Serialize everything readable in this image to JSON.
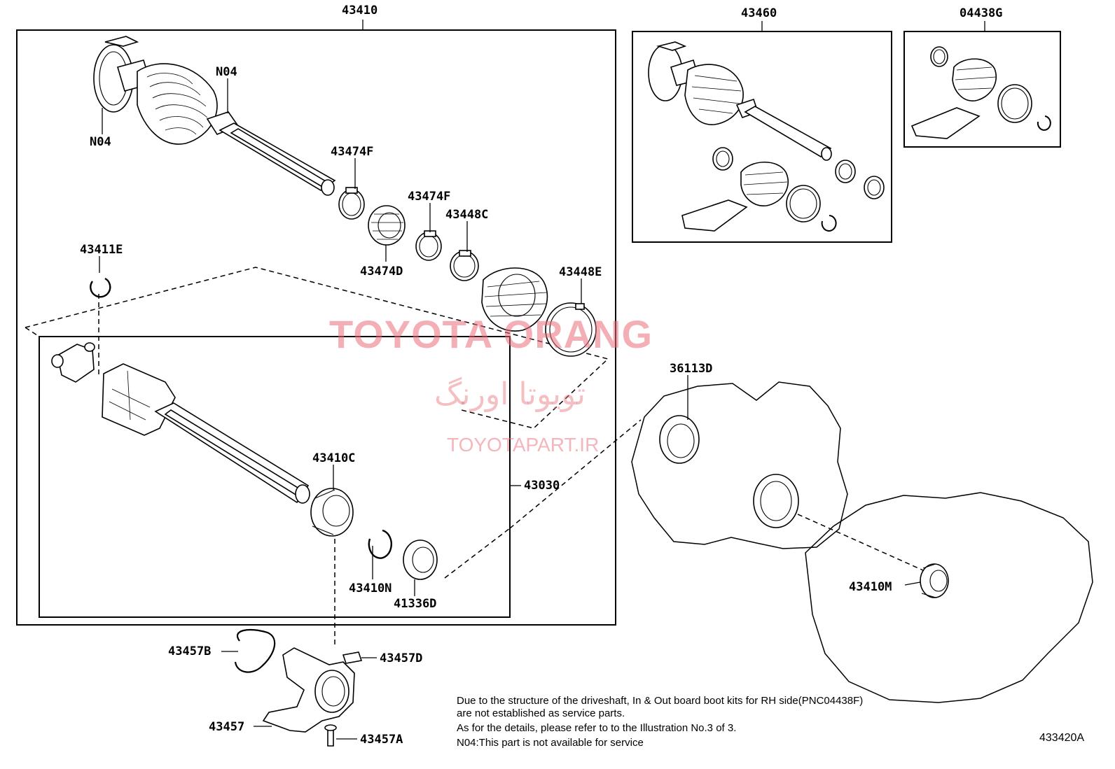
{
  "diagram": {
    "labels": {
      "main_assembly": "43410",
      "left_hand_assembly": "43460",
      "boot_kit": "04438G",
      "not_available_outer_a": "N04",
      "not_available_outer_b": "N04",
      "boot_clamp_a": "43474F",
      "boot_clamp_b": "43474F",
      "inboard_boot": "43474D",
      "outboard_clamp": "43448C",
      "outboard_clamp_large": "43448E",
      "snap_ring_inner": "43411E",
      "oil_seal_diff": "36113D",
      "bearing": "43410C",
      "inboard_joint_assy": "43030",
      "snap_ring_bearing": "43410N",
      "oil_seal": "41336D",
      "bearing_transfer": "43410M",
      "bracket_ring": "43457B",
      "bracket_bolt": "43457D",
      "bearing_bracket": "43457",
      "bracket_bolt_b": "43457A"
    },
    "notes": [
      "Due to the structure of the driveshaft, In & Out board  boot kits for RH side(PNC04438F)",
      "are not established as service parts.",
      "As for the details, please refer to to the Illustration No.3 of 3.",
      "N04:This part is not available for service"
    ],
    "illustration_code": "433420A",
    "watermark": {
      "brand": "TOYOTA ORANG",
      "persian": "تویوتا اورنگ",
      "site": "TOYOTAPART.IR"
    }
  }
}
